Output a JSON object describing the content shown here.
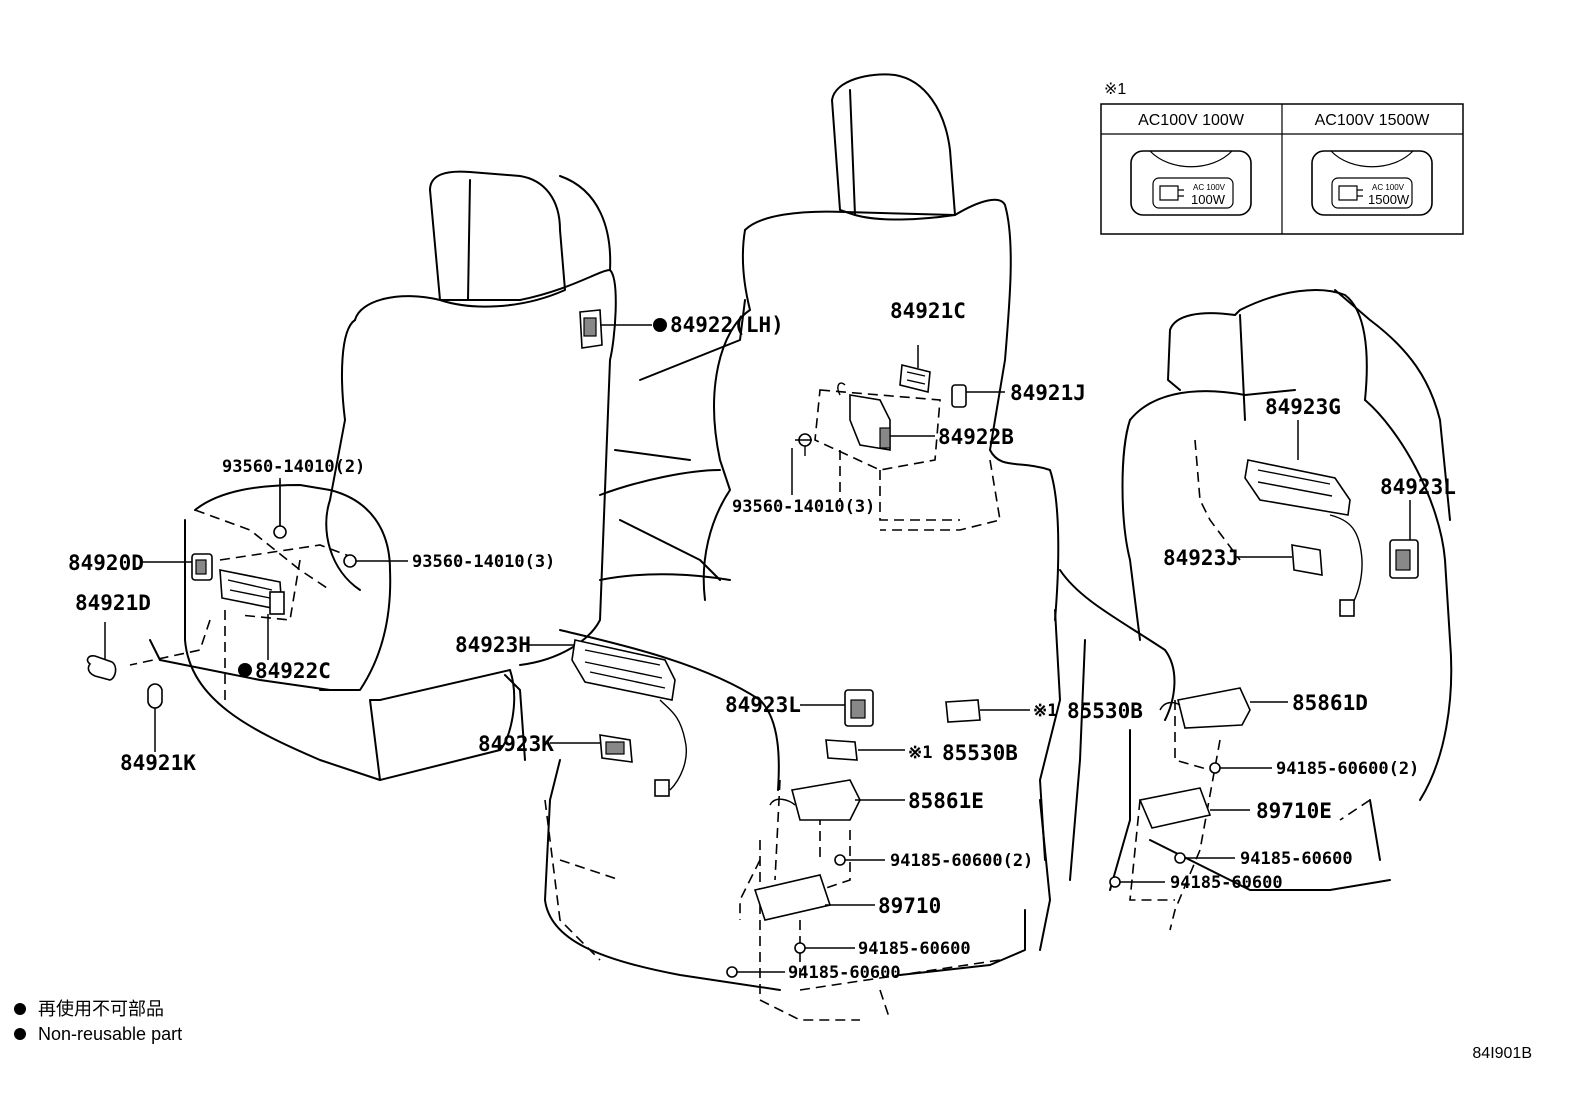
{
  "reference_mark": "※1",
  "reference_box": {
    "columns": [
      "AC100V 100W",
      "AC100V 1500W"
    ],
    "switch_small_text": [
      "AC 100V",
      "AC 100V"
    ],
    "switch_big_text": [
      "100W",
      "1500W"
    ]
  },
  "legend": {
    "line_jp": "再使用不可部品",
    "line_en": "Non-reusable part"
  },
  "diagram_code": "84I901B",
  "callouts": {
    "p84922_lh": "84922(LH)",
    "p84921c": "84921C",
    "p84921j": "84921J",
    "p84922b": "84922B",
    "p93560_3_top": "93560-14010(3)",
    "p93560_2": "93560-14010(2)",
    "p93560_3_left": "93560-14010(3)",
    "p84920d": "84920D",
    "p84921d": "84921D",
    "p84922c": "84922C",
    "p84921k": "84921K",
    "p84923h": "84923H",
    "p84923k": "84923K",
    "p84923l_mid": "84923L",
    "p85530b_mid": "85530B",
    "p85530b_right": "85530B",
    "p85861e": "85861E",
    "p94185_2_mid": "94185-60600(2)",
    "p89710": "89710",
    "p94185_a": "94185-60600",
    "p94185_b": "94185-60600",
    "p84923g": "84923G",
    "p84923l_right": "84923L",
    "p84923j": "84923J",
    "p85861d": "85861D",
    "p94185_2_right": "94185-60600(2)",
    "p89710e": "89710E",
    "p94185_c": "94185-60600",
    "p94185_d": "94185-60600"
  }
}
